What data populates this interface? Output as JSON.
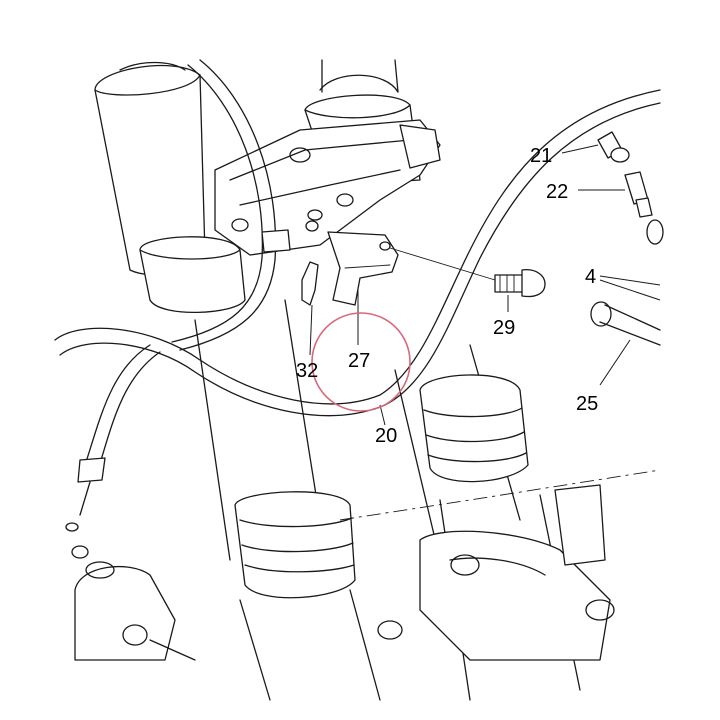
{
  "diagram": {
    "highlight_color": "#d9687a",
    "line_color": "#1a1a1a",
    "labels": {
      "p21": "21",
      "p22": "22",
      "p4": "4",
      "p29": "29",
      "p32": "32",
      "p27": "27",
      "p25": "25",
      "p20": "20"
    }
  }
}
